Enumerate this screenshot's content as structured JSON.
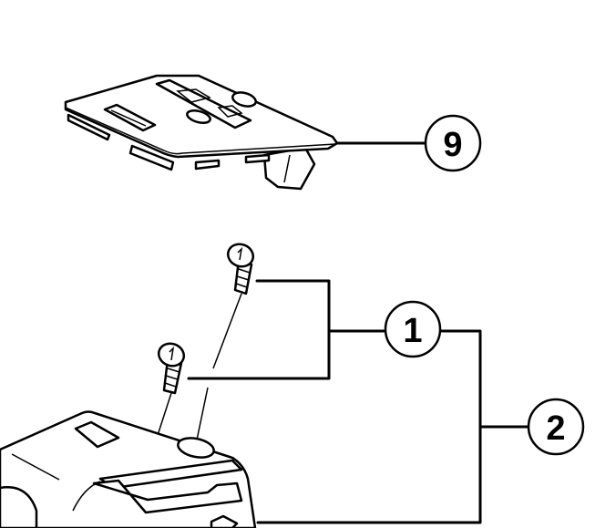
{
  "callouts": {
    "screw": "1",
    "screw_set": "2",
    "cover_plate": "9"
  },
  "colors": {
    "line": "#000000",
    "background": "#ffffff"
  }
}
